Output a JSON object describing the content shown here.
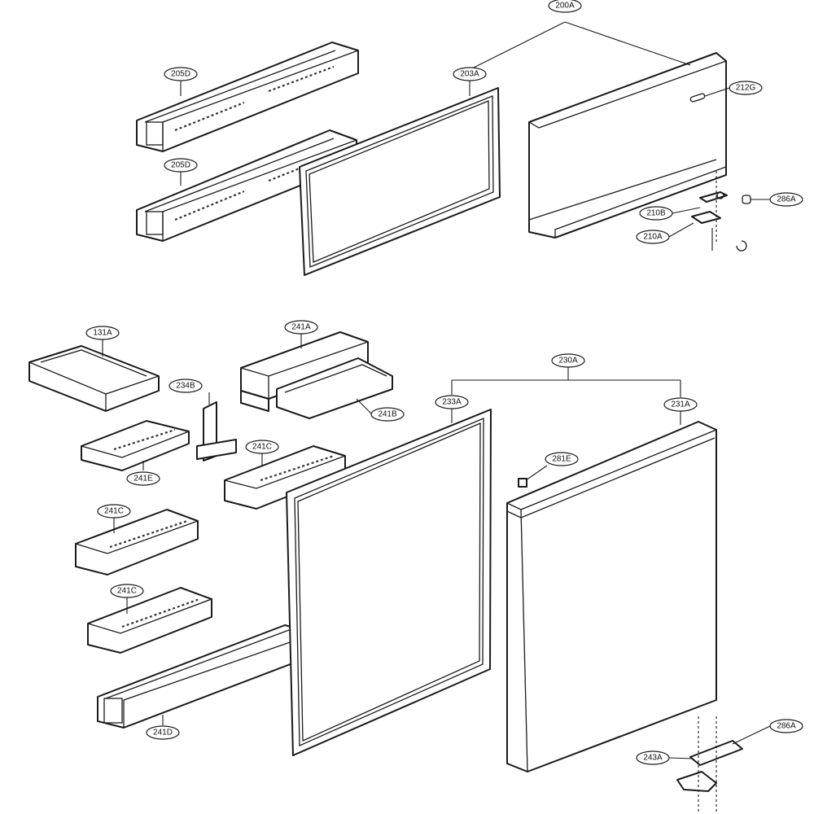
{
  "diagram": {
    "callouts": [
      {
        "id": "c200A",
        "label": "200A"
      },
      {
        "id": "c205D-1",
        "label": "205D"
      },
      {
        "id": "c205D-2",
        "label": "205D"
      },
      {
        "id": "c203A",
        "label": "203A"
      },
      {
        "id": "c212G",
        "label": "212G"
      },
      {
        "id": "c286A-1",
        "label": "286A"
      },
      {
        "id": "c210B",
        "label": "210B"
      },
      {
        "id": "c210A",
        "label": "210A"
      },
      {
        "id": "c131A",
        "label": "131A"
      },
      {
        "id": "c241A",
        "label": "241A"
      },
      {
        "id": "c234B",
        "label": "234B"
      },
      {
        "id": "c241B",
        "label": "241B"
      },
      {
        "id": "c230A",
        "label": "230A"
      },
      {
        "id": "c233A",
        "label": "233A"
      },
      {
        "id": "c231A",
        "label": "231A"
      },
      {
        "id": "c241C-1",
        "label": "241C"
      },
      {
        "id": "c241E",
        "label": "241E"
      },
      {
        "id": "c281E",
        "label": "281E"
      },
      {
        "id": "c241C-2",
        "label": "241C"
      },
      {
        "id": "c241C-3",
        "label": "241C"
      },
      {
        "id": "c241D",
        "label": "241D"
      },
      {
        "id": "c286A-2",
        "label": "286A"
      },
      {
        "id": "c243A",
        "label": "243A"
      }
    ]
  }
}
